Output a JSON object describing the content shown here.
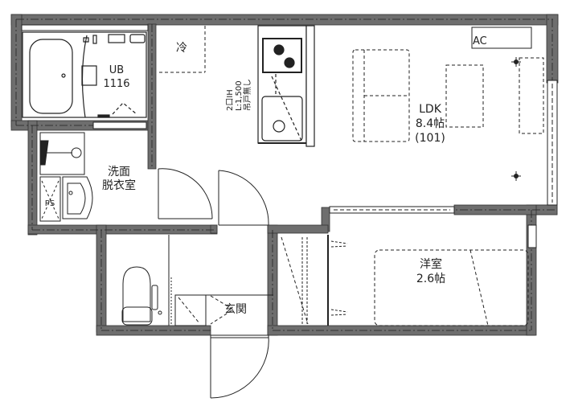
{
  "plan": {
    "type": "apartment-floor-plan",
    "rooms": [
      {
        "id": "bath",
        "name": "UB",
        "size": "1116"
      },
      {
        "id": "fridge",
        "name": "冷"
      },
      {
        "id": "kitchen",
        "spec_line1": "2口IH",
        "spec_line2": "L:1,500",
        "spec_line3": "吊戸無し"
      },
      {
        "id": "ldk",
        "name": "LDK",
        "area": "8.4帖",
        "unit": "(101)"
      },
      {
        "id": "ac",
        "name": "AC"
      },
      {
        "id": "washroom",
        "name_line1": "洗面",
        "name_line2": "脱衣室"
      },
      {
        "id": "ps",
        "name": "PS"
      },
      {
        "id": "entrance",
        "name": "玄関"
      },
      {
        "id": "western",
        "name": "洋室",
        "area": "2.6帖"
      }
    ]
  },
  "colors": {
    "wall": "#6e6e6e",
    "wall_dark": "#3a3a3a",
    "line": "#222222",
    "background": "#ffffff"
  }
}
